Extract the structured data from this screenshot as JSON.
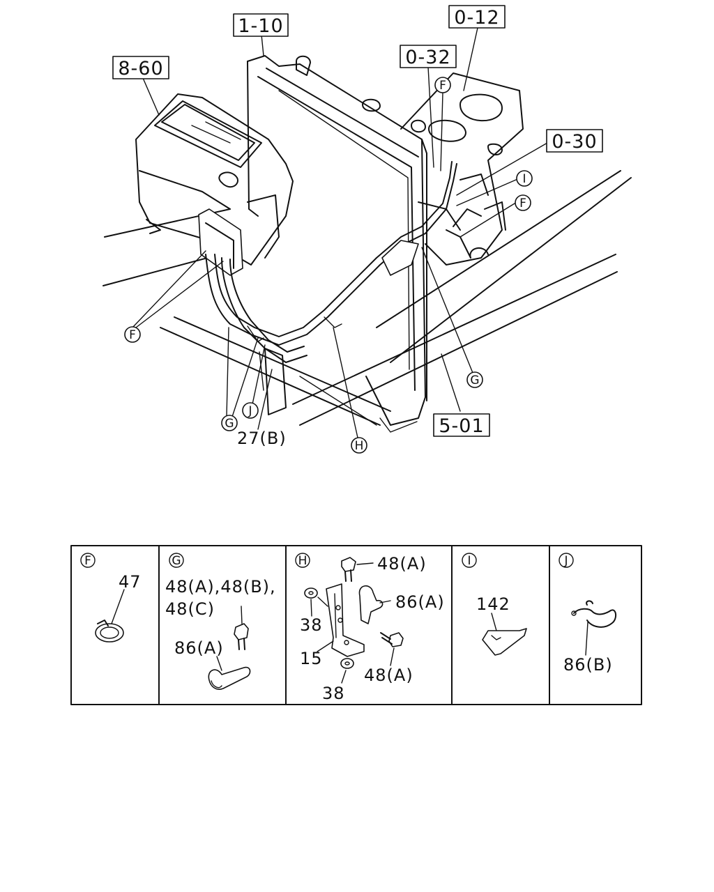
{
  "ref_boxes": {
    "r1": "1-10",
    "r2": "0-12",
    "r3": "8-60",
    "r4": "0-32",
    "r5": "0-30",
    "r6": "5-01"
  },
  "callouts": {
    "F": "F",
    "G": "G",
    "H": "H",
    "I": "I",
    "J": "J"
  },
  "part_labels": {
    "p27b": "27(B)"
  },
  "detail_table": {
    "F": {
      "header": "F",
      "parts": [
        "47"
      ]
    },
    "G": {
      "header": "G",
      "parts": [
        "48(A),48(B),",
        "48(C)",
        "86(A)"
      ]
    },
    "H": {
      "header": "H",
      "parts": [
        "48(A)",
        "86(A)",
        "38",
        "15",
        "48(A)",
        "38"
      ]
    },
    "I": {
      "header": "I",
      "parts": [
        "142"
      ]
    },
    "J": {
      "header": "J",
      "parts": [
        "86(B)"
      ]
    }
  }
}
